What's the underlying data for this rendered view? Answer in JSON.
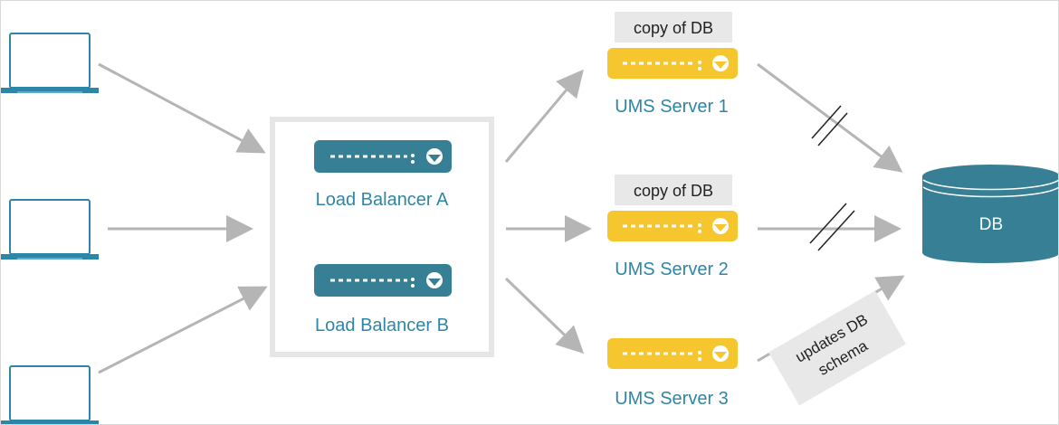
{
  "diagram": {
    "load_balancers": [
      {
        "label": "Load Balancer A"
      },
      {
        "label": "Load Balancer B"
      }
    ],
    "servers": [
      {
        "label": "UMS Server 1",
        "annotation": "copy of DB"
      },
      {
        "label": "UMS Server 2",
        "annotation": "copy of DB"
      },
      {
        "label": "UMS Server 3",
        "annotation": ""
      }
    ],
    "database": {
      "label": "DB"
    },
    "schema_update": {
      "line1": "updates DB",
      "line2": "schema"
    },
    "colors": {
      "laptop": "#2e86a6",
      "load_balancer": "#367f94",
      "server": "#f6c62f",
      "database": "#367f94",
      "arrow": "#b5b5b5",
      "label": "#2e86a6",
      "tag": "#e8e8e8"
    }
  }
}
